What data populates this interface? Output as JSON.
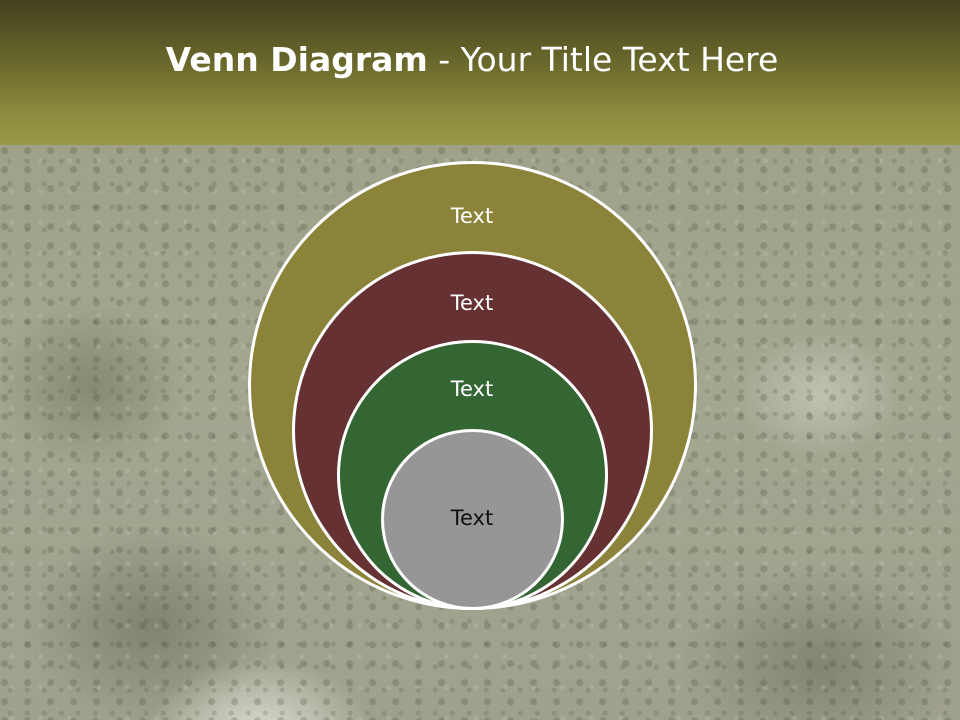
{
  "slide": {
    "title_bold": "Venn Diagram",
    "title_rest": " - Your Title Text Here"
  },
  "diagram": {
    "circles": [
      {
        "label": "Text",
        "color": "#8c833a"
      },
      {
        "label": "Text",
        "color": "#663133"
      },
      {
        "label": "Text",
        "color": "#336633"
      },
      {
        "label": "Text",
        "color": "#969696"
      }
    ]
  }
}
